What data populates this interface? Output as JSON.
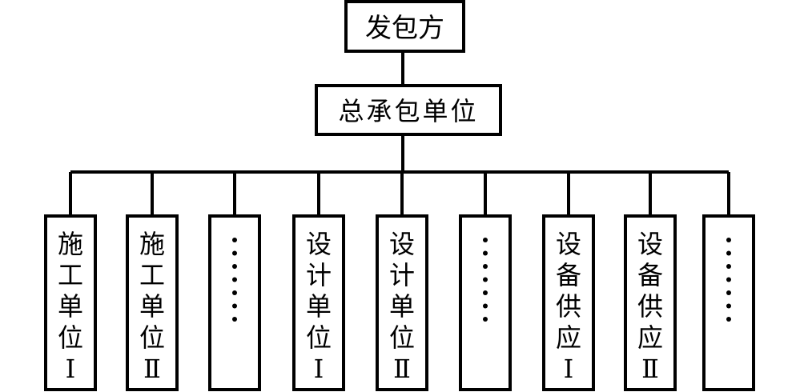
{
  "root": {
    "label": "发包方"
  },
  "general_contractor": {
    "label": "总承包单位"
  },
  "children": [
    {
      "label": "施工单位Ⅰ",
      "chars": [
        "施",
        "工",
        "单",
        "位",
        "Ⅰ"
      ]
    },
    {
      "label": "施工单位Ⅱ",
      "chars": [
        "施",
        "工",
        "单",
        "位",
        "Ⅱ"
      ]
    },
    {
      "label": "……",
      "dots": 7
    },
    {
      "label": "设计单位Ⅰ",
      "chars": [
        "设",
        "计",
        "单",
        "位",
        "Ⅰ"
      ]
    },
    {
      "label": "设计单位Ⅱ",
      "chars": [
        "设",
        "计",
        "单",
        "位",
        "Ⅱ"
      ]
    },
    {
      "label": "……",
      "dots": 7
    },
    {
      "label": "设备供应Ⅰ",
      "chars": [
        "设",
        "备",
        "供",
        "应",
        "Ⅰ"
      ]
    },
    {
      "label": "设备供应Ⅱ",
      "chars": [
        "设",
        "备",
        "供",
        "应",
        "Ⅱ"
      ]
    },
    {
      "label": "……",
      "dots": 7
    }
  ]
}
